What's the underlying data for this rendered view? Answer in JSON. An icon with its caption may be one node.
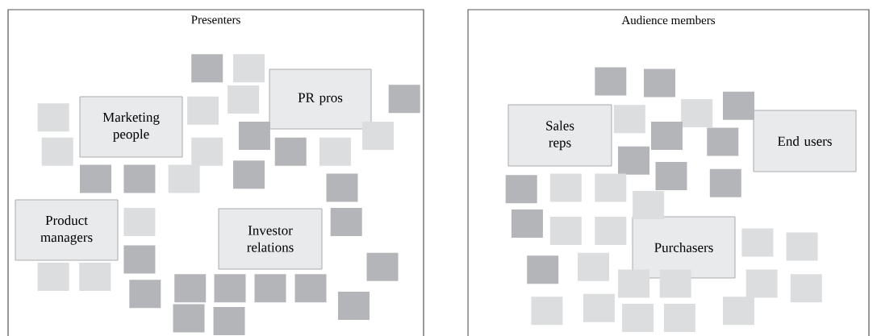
{
  "diagram": {
    "nodes": [
      {
        "text": [
          "Presenters"
        ]
      },
      {
        "text": [
          "Marketing people"
        ],
        "in": 0
      },
      {
        "text": [
          "PR pros"
        ],
        "in": 0
      },
      {
        "text": [
          "Product managers"
        ],
        "in": 0
      },
      {
        "text": [
          "Investor relations"
        ],
        "in": 0
      },
      {
        "text": [],
        "shape": "box",
        "in": 0
      },
      {
        "text": [],
        "shape": "box",
        "in": 0
      },
      {
        "text": [],
        "shape": "box",
        "in": 0
      },
      {
        "text": [],
        "shape": "box",
        "in": 0
      },
      {
        "text": [],
        "shape": "box",
        "in": 0
      },
      {
        "text": [],
        "shape": "box",
        "in": 0
      },
      {
        "text": [],
        "shape": "box",
        "in": 0
      },
      {
        "text": [],
        "shape": "box",
        "in": 0
      },
      {
        "text": [],
        "shape": "box",
        "in": 0
      },
      {
        "text": [],
        "shape": "box",
        "in": 0
      },
      {
        "text": [],
        "shape": "box",
        "in": 0
      },
      {
        "text": [],
        "shape": "box",
        "in": 0
      },
      {
        "text": [],
        "shape": "box",
        "in": 0
      },
      {
        "text": [],
        "shape": "box",
        "in": 0
      },
      {
        "text": [],
        "shape": "box",
        "in": 0
      },
      {
        "text": [],
        "shape": "box",
        "in": 0
      },
      {
        "text": [],
        "shape": "box",
        "in": 0
      },
      {
        "text": [],
        "shape": "box",
        "in": 0
      },
      {
        "text": [],
        "shape": "box",
        "in": 0
      },
      {
        "text": [],
        "shape": "box",
        "in": 0
      },
      {
        "text": [],
        "shape": "box",
        "in": 0
      },
      {
        "text": [],
        "shape": "box",
        "in": 0
      },
      {
        "text": [],
        "shape": "box",
        "in": 0
      },
      {
        "text": [],
        "shape": "box",
        "in": 0
      },
      {
        "text": [],
        "shape": "box",
        "in": 0
      },
      {
        "text": [],
        "shape": "box",
        "in": 0
      },
      {
        "text": [],
        "shape": "box",
        "in": 0
      },
      {
        "text": [],
        "shape": "box",
        "in": 0
      },
      {
        "text": [],
        "shape": "box",
        "in": 0
      },
      {
        "text": [],
        "shape": "box",
        "in": 0
      },
      {
        "text": [],
        "shape": "box",
        "in": 0
      },
      {
        "text": [
          "Audience members"
        ]
      },
      {
        "text": [
          "Sales reps"
        ],
        "in": 36
      },
      {
        "text": [
          "End users"
        ],
        "in": 36
      },
      {
        "text": [
          "Purchasers"
        ],
        "in": 36
      },
      {
        "text": [],
        "shape": "box",
        "in": 36
      },
      {
        "text": [],
        "shape": "box",
        "in": 36
      },
      {
        "text": [],
        "shape": "box",
        "in": 36
      },
      {
        "text": [],
        "shape": "box",
        "in": 36
      },
      {
        "text": [],
        "shape": "box",
        "in": 36
      },
      {
        "text": [],
        "shape": "box",
        "in": 36
      },
      {
        "text": [],
        "shape": "box",
        "in": 36
      },
      {
        "text": [],
        "shape": "box",
        "in": 36
      },
      {
        "text": [],
        "shape": "box",
        "in": 36
      },
      {
        "text": [],
        "shape": "box",
        "in": 36
      },
      {
        "text": [],
        "shape": "box",
        "in": 36
      },
      {
        "text": [],
        "shape": "box",
        "in": 36
      },
      {
        "text": [],
        "shape": "box",
        "in": 36
      },
      {
        "text": [],
        "shape": "box",
        "in": 36
      },
      {
        "text": [],
        "shape": "box",
        "in": 36
      },
      {
        "text": [],
        "shape": "box",
        "in": 36
      },
      {
        "text": [],
        "shape": "box",
        "in": 36
      },
      {
        "text": [],
        "shape": "box",
        "in": 36
      },
      {
        "text": [],
        "shape": "box",
        "in": 36
      },
      {
        "text": [],
        "shape": "box",
        "in": 36
      },
      {
        "text": [],
        "shape": "box",
        "in": 36
      },
      {
        "text": [],
        "shape": "box",
        "in": 36
      },
      {
        "text": [],
        "shape": "box",
        "in": 36
      },
      {
        "text": [],
        "shape": "box",
        "in": 36
      },
      {
        "text": [],
        "shape": "box",
        "in": 36
      },
      {
        "text": [],
        "shape": "box",
        "in": 36
      },
      {
        "text": [],
        "shape": "box",
        "in": 36
      },
      {
        "text": [],
        "shape": "box",
        "in": 36
      },
      {
        "text": [],
        "shape": "box",
        "in": 36
      },
      {
        "text": [],
        "shape": "box",
        "in": 36
      }
    ]
  }
}
